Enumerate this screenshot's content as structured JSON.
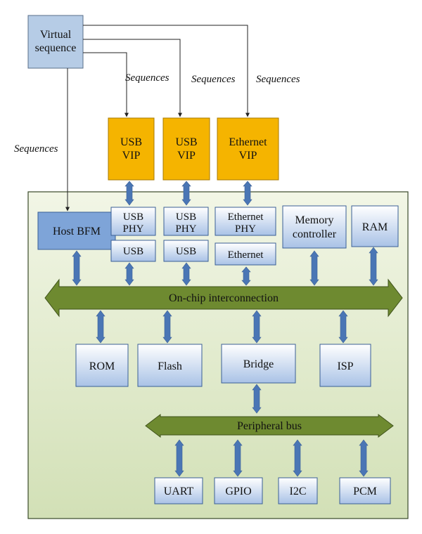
{
  "colors": {
    "background": "#ffffff",
    "chip_fill_top": "#f2f6e6",
    "chip_fill_bottom": "#d2e0b6",
    "chip_border": "#3a4a2a",
    "bus_fill": "#6e8a30",
    "bus_stroke": "#3f521a",
    "block_top": "#ffffff",
    "block_bottom": "#a9c2e6",
    "host_fill": "#7ea4d8",
    "virtual_fill": "#b6cce6",
    "vip_fill": "#f5b400",
    "vip_stroke": "#a87a00",
    "arrow_blue": "#4a76b5",
    "line_dark": "#222222"
  },
  "virtual_sequence": {
    "line1": "Virtual",
    "line2": "sequence"
  },
  "sequence_labels": {
    "host": "Sequences",
    "usb": "Sequences",
    "mid": "Sequences",
    "ethernet": "Sequences"
  },
  "vips": {
    "usb1": {
      "line1": "USB",
      "line2": "VIP"
    },
    "usb2": {
      "line1": "USB",
      "line2": "VIP"
    },
    "ethernet": {
      "line1": "Ethernet",
      "line2": "VIP"
    }
  },
  "blocks": {
    "host_bfm": "Host BFM",
    "usb_phy1": {
      "line1": "USB",
      "line2": "PHY"
    },
    "usb_phy2": {
      "line1": "USB",
      "line2": "PHY"
    },
    "ethernet_phy": {
      "line1": "Ethernet",
      "line2": "PHY"
    },
    "memory_controller": {
      "line1": "Memory",
      "line2": "controller"
    },
    "ram": "RAM",
    "usb1": "USB",
    "usb2": "USB",
    "ethernet": "Ethernet",
    "rom": "ROM",
    "flash": "Flash",
    "bridge": "Bridge",
    "isp": "ISP",
    "uart": "UART",
    "gpio": "GPIO",
    "i2c": "I2C",
    "pcm": "PCM"
  },
  "buses": {
    "on_chip": "On-chip interconnection",
    "peripheral": "Peripheral bus"
  }
}
